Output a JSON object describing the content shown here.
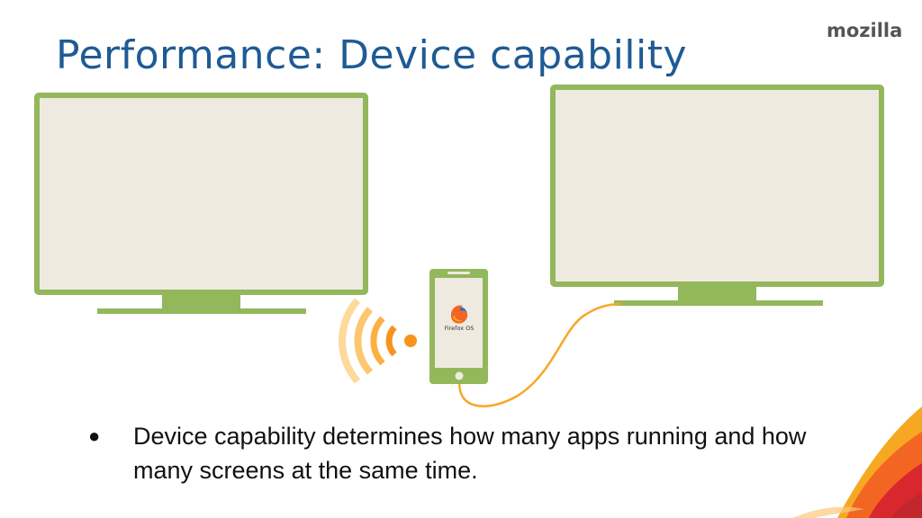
{
  "slide": {
    "title": "Performance: Device capability",
    "logo_text": "mozilla",
    "bullets": [
      "Device capability determines how many apps running and how many screens at the same time."
    ]
  },
  "illustration": {
    "phone_os_label": "Firefox OS",
    "icons": [
      "monitor-icon",
      "monitor-icon",
      "phone-icon",
      "firefox-logo-icon",
      "wifi-signal-icon",
      "cable-icon"
    ]
  },
  "colors": {
    "title": "#1f5b94",
    "monitor_frame": "#93b75b",
    "monitor_screen": "#eeeae0",
    "signal": "#f7931e",
    "flame_orange": "#f26522",
    "flame_red": "#d8272d"
  }
}
